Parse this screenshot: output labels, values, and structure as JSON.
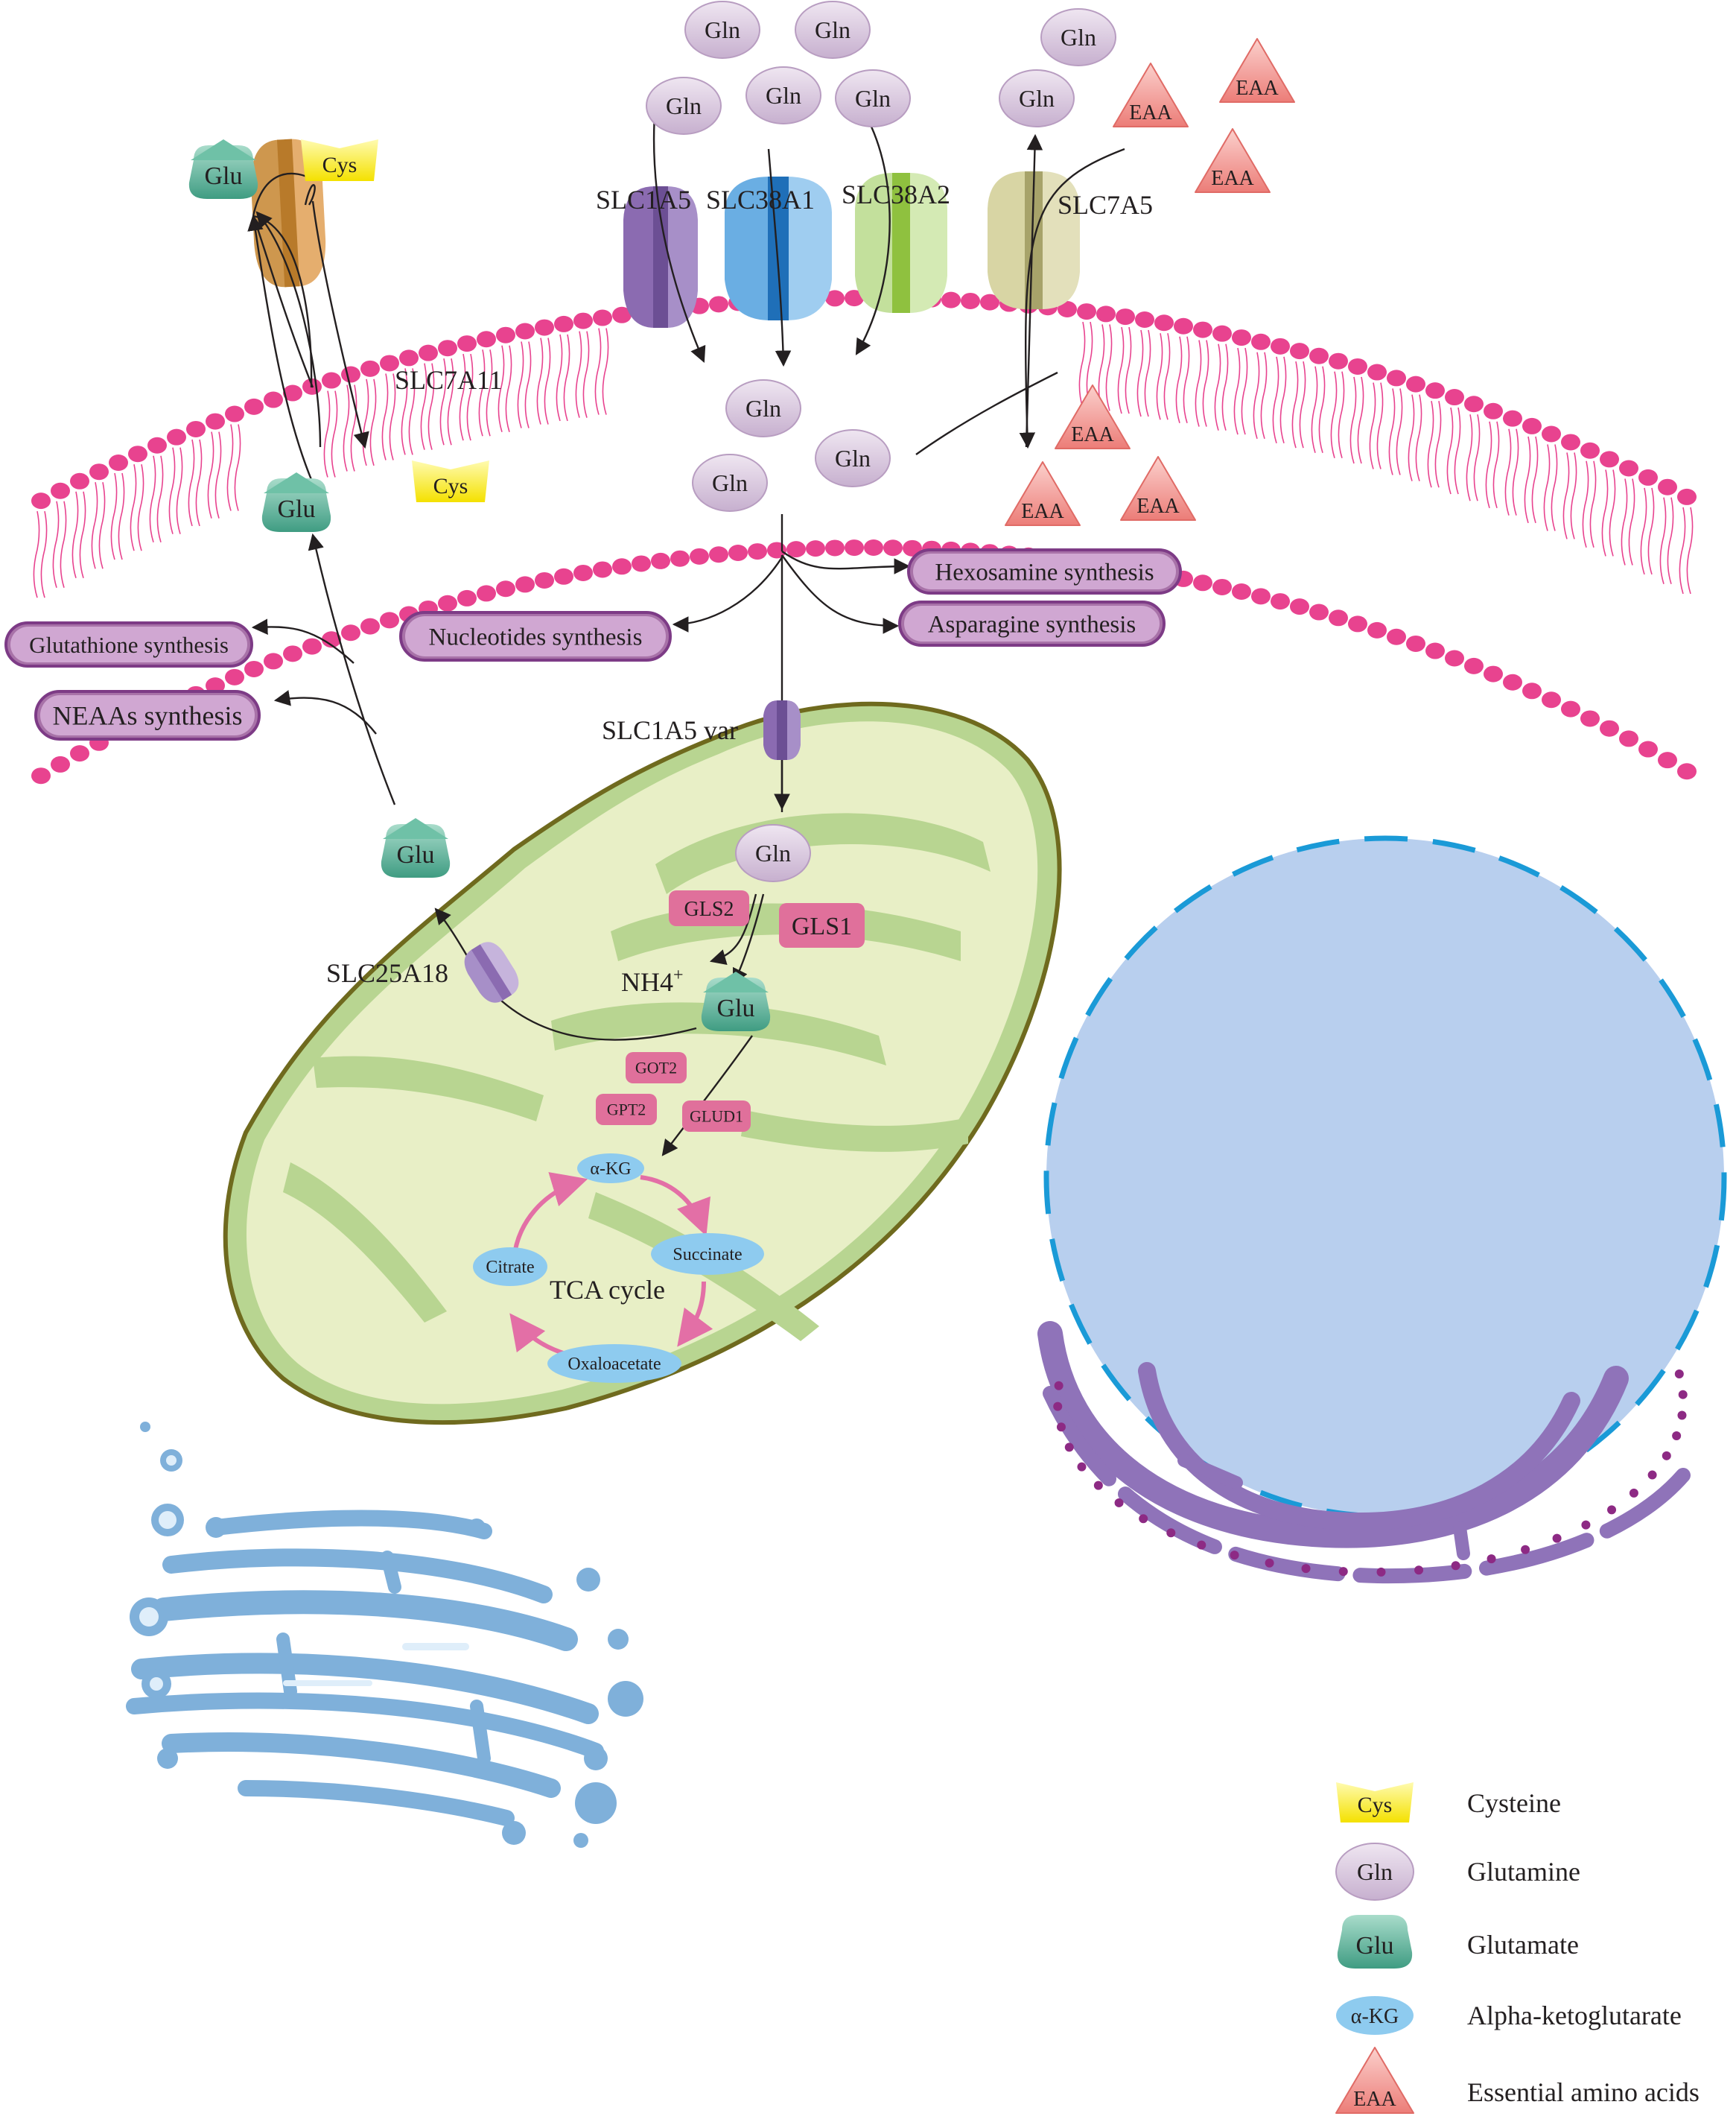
{
  "transporters": {
    "slc1a5": "SLC1A5",
    "slc38a1": "SLC38A1",
    "slc38a2": "SLC38A2",
    "slc7a5": "SLC7A5",
    "slc7a11": "SLC7A11",
    "slc1a5_var": "SLC1A5 var",
    "slc25a18": "SLC25A18"
  },
  "molecules": {
    "gln": "Gln",
    "glu": "Glu",
    "cys": "Cys",
    "eaa": "EAA",
    "akg": "α-KG",
    "succinate": "Succinate",
    "citrate": "Citrate",
    "oxaloacetate": "Oxaloacetate",
    "nh4": "NH4",
    "nh4_sup": "+"
  },
  "enzymes": {
    "gls2": "GLS2",
    "gls1": "GLS1",
    "got2": "GOT2",
    "gpt2": "GPT2",
    "glud1": "GLUD1"
  },
  "pathways": {
    "hexosamine": "Hexosamine synthesis",
    "asparagine": "Asparagine synthesis",
    "nucleotides": "Nucleotides synthesis",
    "glutathione": "Glutathione synthesis",
    "neaas": "NEAAs synthesis",
    "tca": "TCA cycle"
  },
  "legend": {
    "items": [
      {
        "symbol": "Cys",
        "label": "Cysteine"
      },
      {
        "symbol": "Gln",
        "label": "Glutamine"
      },
      {
        "symbol": "Glu",
        "label": "Glutamate"
      },
      {
        "symbol": "α-KG",
        "label": "Alpha-ketoglutarate"
      },
      {
        "symbol": "EAA",
        "label": "Essential amino acids"
      }
    ]
  },
  "colors": {
    "membrane": "#e8438f",
    "gln_fill": "#d6c4dc",
    "glu_fill": "#5fb39b",
    "cys_fill": "#fff200",
    "eaa_fill": "#f0918c",
    "akg_fill": "#8ecbef",
    "pathway_fill": "#a872a8",
    "enzyme_fill": "#e0709b",
    "mito_outer": "#b8d591",
    "mito_inner": "#e8efc6",
    "mito_border": "#6f6a1e",
    "nucleus": "#b8cfee",
    "nucleus_border": "#1a9ad7",
    "er": "#8f73b9",
    "golgi": "#7fb0da"
  }
}
